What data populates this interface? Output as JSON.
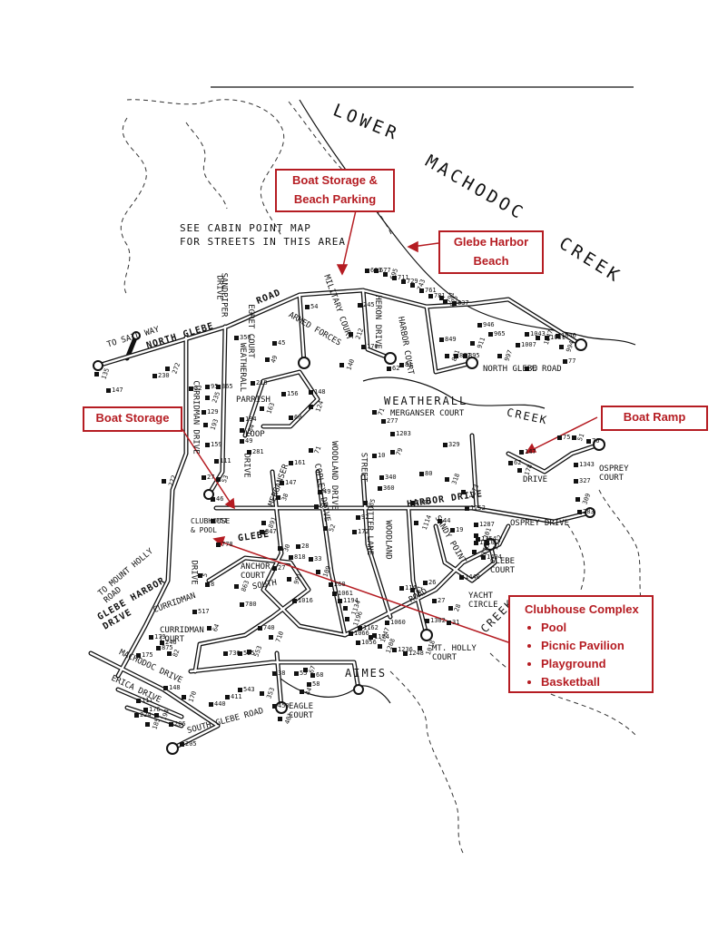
{
  "map": {
    "water": {
      "lower": "LOWER",
      "machodoc": "MACHODOC",
      "creek": "CREEK",
      "weatherall": "WEATHERALL",
      "creek2": "CREEK",
      "aimes": "AIMES",
      "creek3": "CREEK"
    },
    "note_see_cabin": "SEE CABIN POINT MAP\nFOR STREETS IN THIS AREA",
    "streets": {
      "to_sail_way": "TO SAIL WAY",
      "north_glebe": "NORTH   GLEBE",
      "road": "ROAD",
      "sandpiper": "SANDPIPER",
      "drive_sandpiper": "DRIVE",
      "egret_court": "EGRET COURT",
      "weatherall": "WEATHERALL",
      "armed_forces": "ARMED FORCES",
      "military_court": "MILITARY COURT",
      "heron_drive": "HERON DRIVE",
      "harbor_court": "HARBOR COURT",
      "north_glebe_road": "NORTH GLEBE ROAD",
      "merganser_court": "MERGANSER COURT",
      "parrish": "PARRISH",
      "loop": "LOOP",
      "curridman_drive": "CURRIDMAN DRIVE",
      "drive": "DRIVE",
      "merganser": "MERGANSER",
      "copley_drive": "COPLEY DRIVE",
      "woodland_drive": "WOODLAND DRIVE",
      "street": "STREET",
      "harbor_drive": "HARBOR   DRIVE",
      "osprey_court": "OSPREY\nCOURT",
      "osprey_drive": "OSPREY   DRIVE",
      "drive_osprey_n": "DRIVE",
      "clubhouse_pool": "CLUBHOUSE\n& POOL",
      "glebe": "GLEBE",
      "anchor_court": "ANCHOR\nCOURT",
      "south": "SOUTH",
      "otter_lane": "OTTER   LANE",
      "woodland": "WOODLAND",
      "road_harbor": "ROAD",
      "sandy_point": "SANDY POINT",
      "glebe_court": "GLEBE\nCOURT",
      "yacht_circle": "YACHT\nCIRCLE",
      "mt_holly_court": "MT. HOLLY\nCOURT",
      "to_mount_holly_road": "TO MOUNT HOLLY\nROAD",
      "glebe_harbor_drive": "GLEBE HARBOR\nDRIVE",
      "curridman_court": "CURRIDMAN\nCOURT",
      "curridman": "CURRIDMAN",
      "machodoc_drive": "MACHODOC DRIVE",
      "erica_drive": "ERICA  DRIVE",
      "south_glebe_road": "SOUTH    GLEBE    ROAD",
      "eagle_court": "EAGLE\nCOURT",
      "drive_curridman_w": "DRIVE",
      "drive_loop": "DRIVE"
    },
    "houses": [
      "135",
      "147",
      "230",
      "272",
      "95",
      "365",
      "235",
      "32",
      "129",
      "193",
      "159",
      "111",
      "53",
      "27",
      "46",
      "272",
      "218",
      "194",
      "184",
      "49",
      "281",
      "163",
      "156",
      "148",
      "124",
      "60",
      "350",
      "49",
      "45",
      "54",
      "212",
      "176",
      "245",
      "140",
      "663",
      "677",
      "695",
      "711",
      "729",
      "743",
      "761",
      "781",
      "791",
      "62",
      "81",
      "825",
      "837",
      "849",
      "861",
      "877",
      "895",
      "911",
      "946",
      "965",
      "997",
      "1007",
      "1043",
      "1047",
      "1031",
      "1046",
      "994",
      "77",
      "73",
      "71",
      "277",
      "1203",
      "79",
      "80",
      "329",
      "318",
      "340",
      "360",
      "85",
      "92",
      "172",
      "52",
      "49",
      "59",
      "38",
      "147",
      "161",
      "71",
      "10",
      "1087",
      "1114",
      "44",
      "19",
      "1273",
      "1252",
      "1287",
      "1201",
      "1510",
      "1494",
      "1376",
      "1440",
      "1354",
      "1332",
      "1343",
      "327",
      "309",
      "283",
      "76",
      "51",
      "75",
      "147",
      "178",
      "62",
      "847",
      "891",
      "751",
      "778",
      "30",
      "818",
      "27",
      "991",
      "28",
      "33",
      "109",
      "260",
      "1194",
      "1196",
      "1066",
      "1056",
      "1047",
      "1060",
      "114",
      "81",
      "26",
      "27",
      "28",
      "31",
      "1302",
      "1018",
      "1248",
      "1236",
      "1208",
      "1174",
      "1162",
      "1134",
      "1061",
      "1016",
      "5",
      "8",
      "517",
      "64",
      "175",
      "875",
      "863",
      "780",
      "740",
      "710",
      "736",
      "525",
      "553",
      "543",
      "411",
      "353",
      "440",
      "450",
      "401",
      "38",
      "55",
      "67",
      "68",
      "58",
      "44",
      "173",
      "148",
      "170",
      "111",
      "176",
      "194",
      "206",
      "224",
      "185",
      "205",
      "246",
      "82",
      "92"
    ]
  },
  "callouts": {
    "boat_storage_beach": "Boat Storage &\nBeach Parking",
    "glebe_harbor_beach": "Glebe Harbor\nBeach",
    "boat_storage": "Boat Storage",
    "boat_ramp": "Boat Ramp",
    "clubhouse_title": "Clubhouse Complex",
    "clubhouse_items": [
      "Pool",
      "Picnic Pavilion",
      "Playground",
      "Basketball"
    ]
  },
  "colors": {
    "callout_red": "#b51c22",
    "ink": "#111111"
  }
}
